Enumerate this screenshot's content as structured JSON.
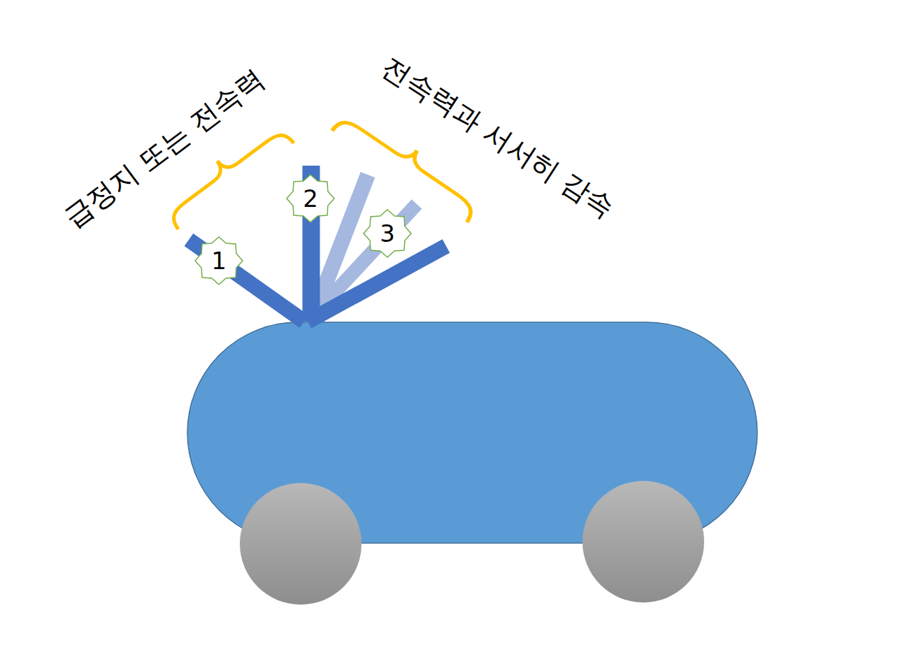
{
  "diagram": {
    "labels": [
      "급정지 또는 전속력",
      "전속력과 서서히 감속",
      "1",
      "2",
      "3"
    ]
  }
}
